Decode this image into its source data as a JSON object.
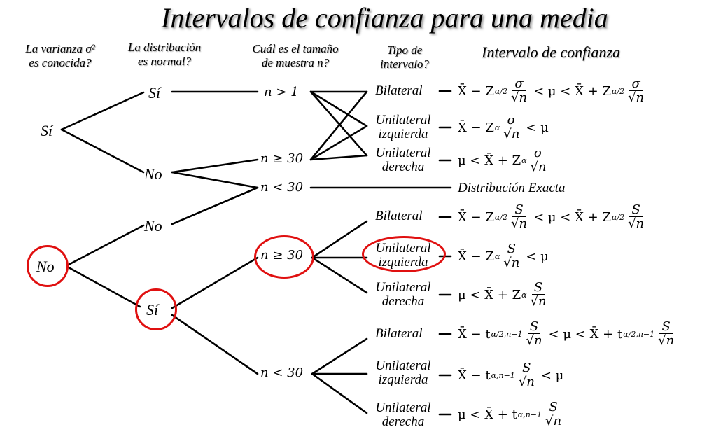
{
  "title": "Intervalos de confianza para una media",
  "headers": {
    "variance": [
      "La varianza σ²",
      "es conocida?"
    ],
    "distribution": [
      "La distribución",
      "es normal?"
    ],
    "sample_size": [
      "Cuál es el tamaño",
      "de muestra n?"
    ],
    "interval_type": [
      "Tipo de",
      "intervalo?"
    ],
    "interval": "Intervalo de confianza"
  },
  "variance_nodes": {
    "yes": "Sí",
    "no": "No"
  },
  "distribution_nodes": {
    "known_yes": "Sí",
    "known_no": "No",
    "unknown_no": "No",
    "unknown_yes": "Sí"
  },
  "sample_nodes": {
    "gt1": "n > 1",
    "ge30_known": "n ≥ 30",
    "lt30_known": "n < 30",
    "ge30_unknown": "n ≥ 30",
    "lt30_unknown": "n < 30"
  },
  "exact_label": "Distribución Exacta",
  "interval_kinds": {
    "bilateral": "Bilateral",
    "left": [
      "Unilateral",
      "izquierda"
    ],
    "right": [
      "Unilateral",
      "derecha"
    ]
  },
  "highlight_color": "#e01010",
  "formulas": {
    "z_sigma_bilateral": {
      "left_lead": "X̄ − Z",
      "sub": "α/2",
      "num": "σ",
      "den": "√n",
      "mid": "< μ < X̄ + Z",
      "sub2": "α/2",
      "num2": "σ",
      "den2": "√n"
    },
    "z_sigma_left": {
      "lead": "X̄ − Z",
      "sub": "α",
      "num": "σ",
      "den": "√n",
      "tail": "< μ"
    },
    "z_sigma_right": {
      "lead": "μ < X̄ + Z",
      "sub": "α",
      "num": "σ",
      "den": "√n"
    },
    "z_s_bilateral": {
      "left_lead": "X̄ − Z",
      "sub": "α/2",
      "num": "S",
      "den": "√n",
      "mid": "< μ < X̄ + Z",
      "sub2": "α/2",
      "num2": "S",
      "den2": "√n"
    },
    "z_s_left": {
      "lead": "X̄ − Z",
      "sub": "α",
      "num": "S",
      "den": "√n",
      "tail": "< μ"
    },
    "z_s_right": {
      "lead": "μ < X̄ + Z",
      "sub": "α",
      "num": "S",
      "den": "√n"
    },
    "t_bilateral": {
      "left_lead": "X̄ − t",
      "sub": "α/2,n−1",
      "num": "S",
      "den": "√n",
      "mid": "< μ < X̄ + t",
      "sub2": "α/2,n−1",
      "num2": "S",
      "den2": "√n"
    },
    "t_left": {
      "lead": "X̄ − t",
      "sub": "α,n−1",
      "num": "S",
      "den": "√n",
      "tail": "< μ"
    },
    "t_right": {
      "lead": "μ < X̄ + t",
      "sub": "α,n−1",
      "num": "S",
      "den": "√n"
    }
  }
}
